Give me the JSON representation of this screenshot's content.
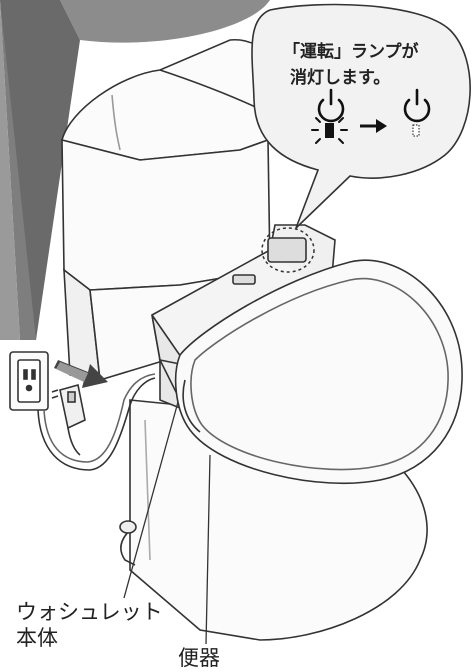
{
  "callout": {
    "line1": "「運転」ランプが",
    "line2": "消灯します。"
  },
  "labels": {
    "washlet_line1": "ウォシュレット",
    "washlet_line2": "本体",
    "toilet_bowl": "便器"
  },
  "colors": {
    "arrow_band": "#8a8a8a",
    "arrow_band_dark": "#5a5a5a",
    "bubble_fill": "#f2f2f2",
    "line": "#333333",
    "highlight": "#ffffff"
  },
  "icons": [
    "power-icon-lit",
    "power-icon-off",
    "lamp-lit-icon",
    "lamp-off-icon",
    "right-arrow-icon",
    "unplug-arrow-icon"
  ]
}
